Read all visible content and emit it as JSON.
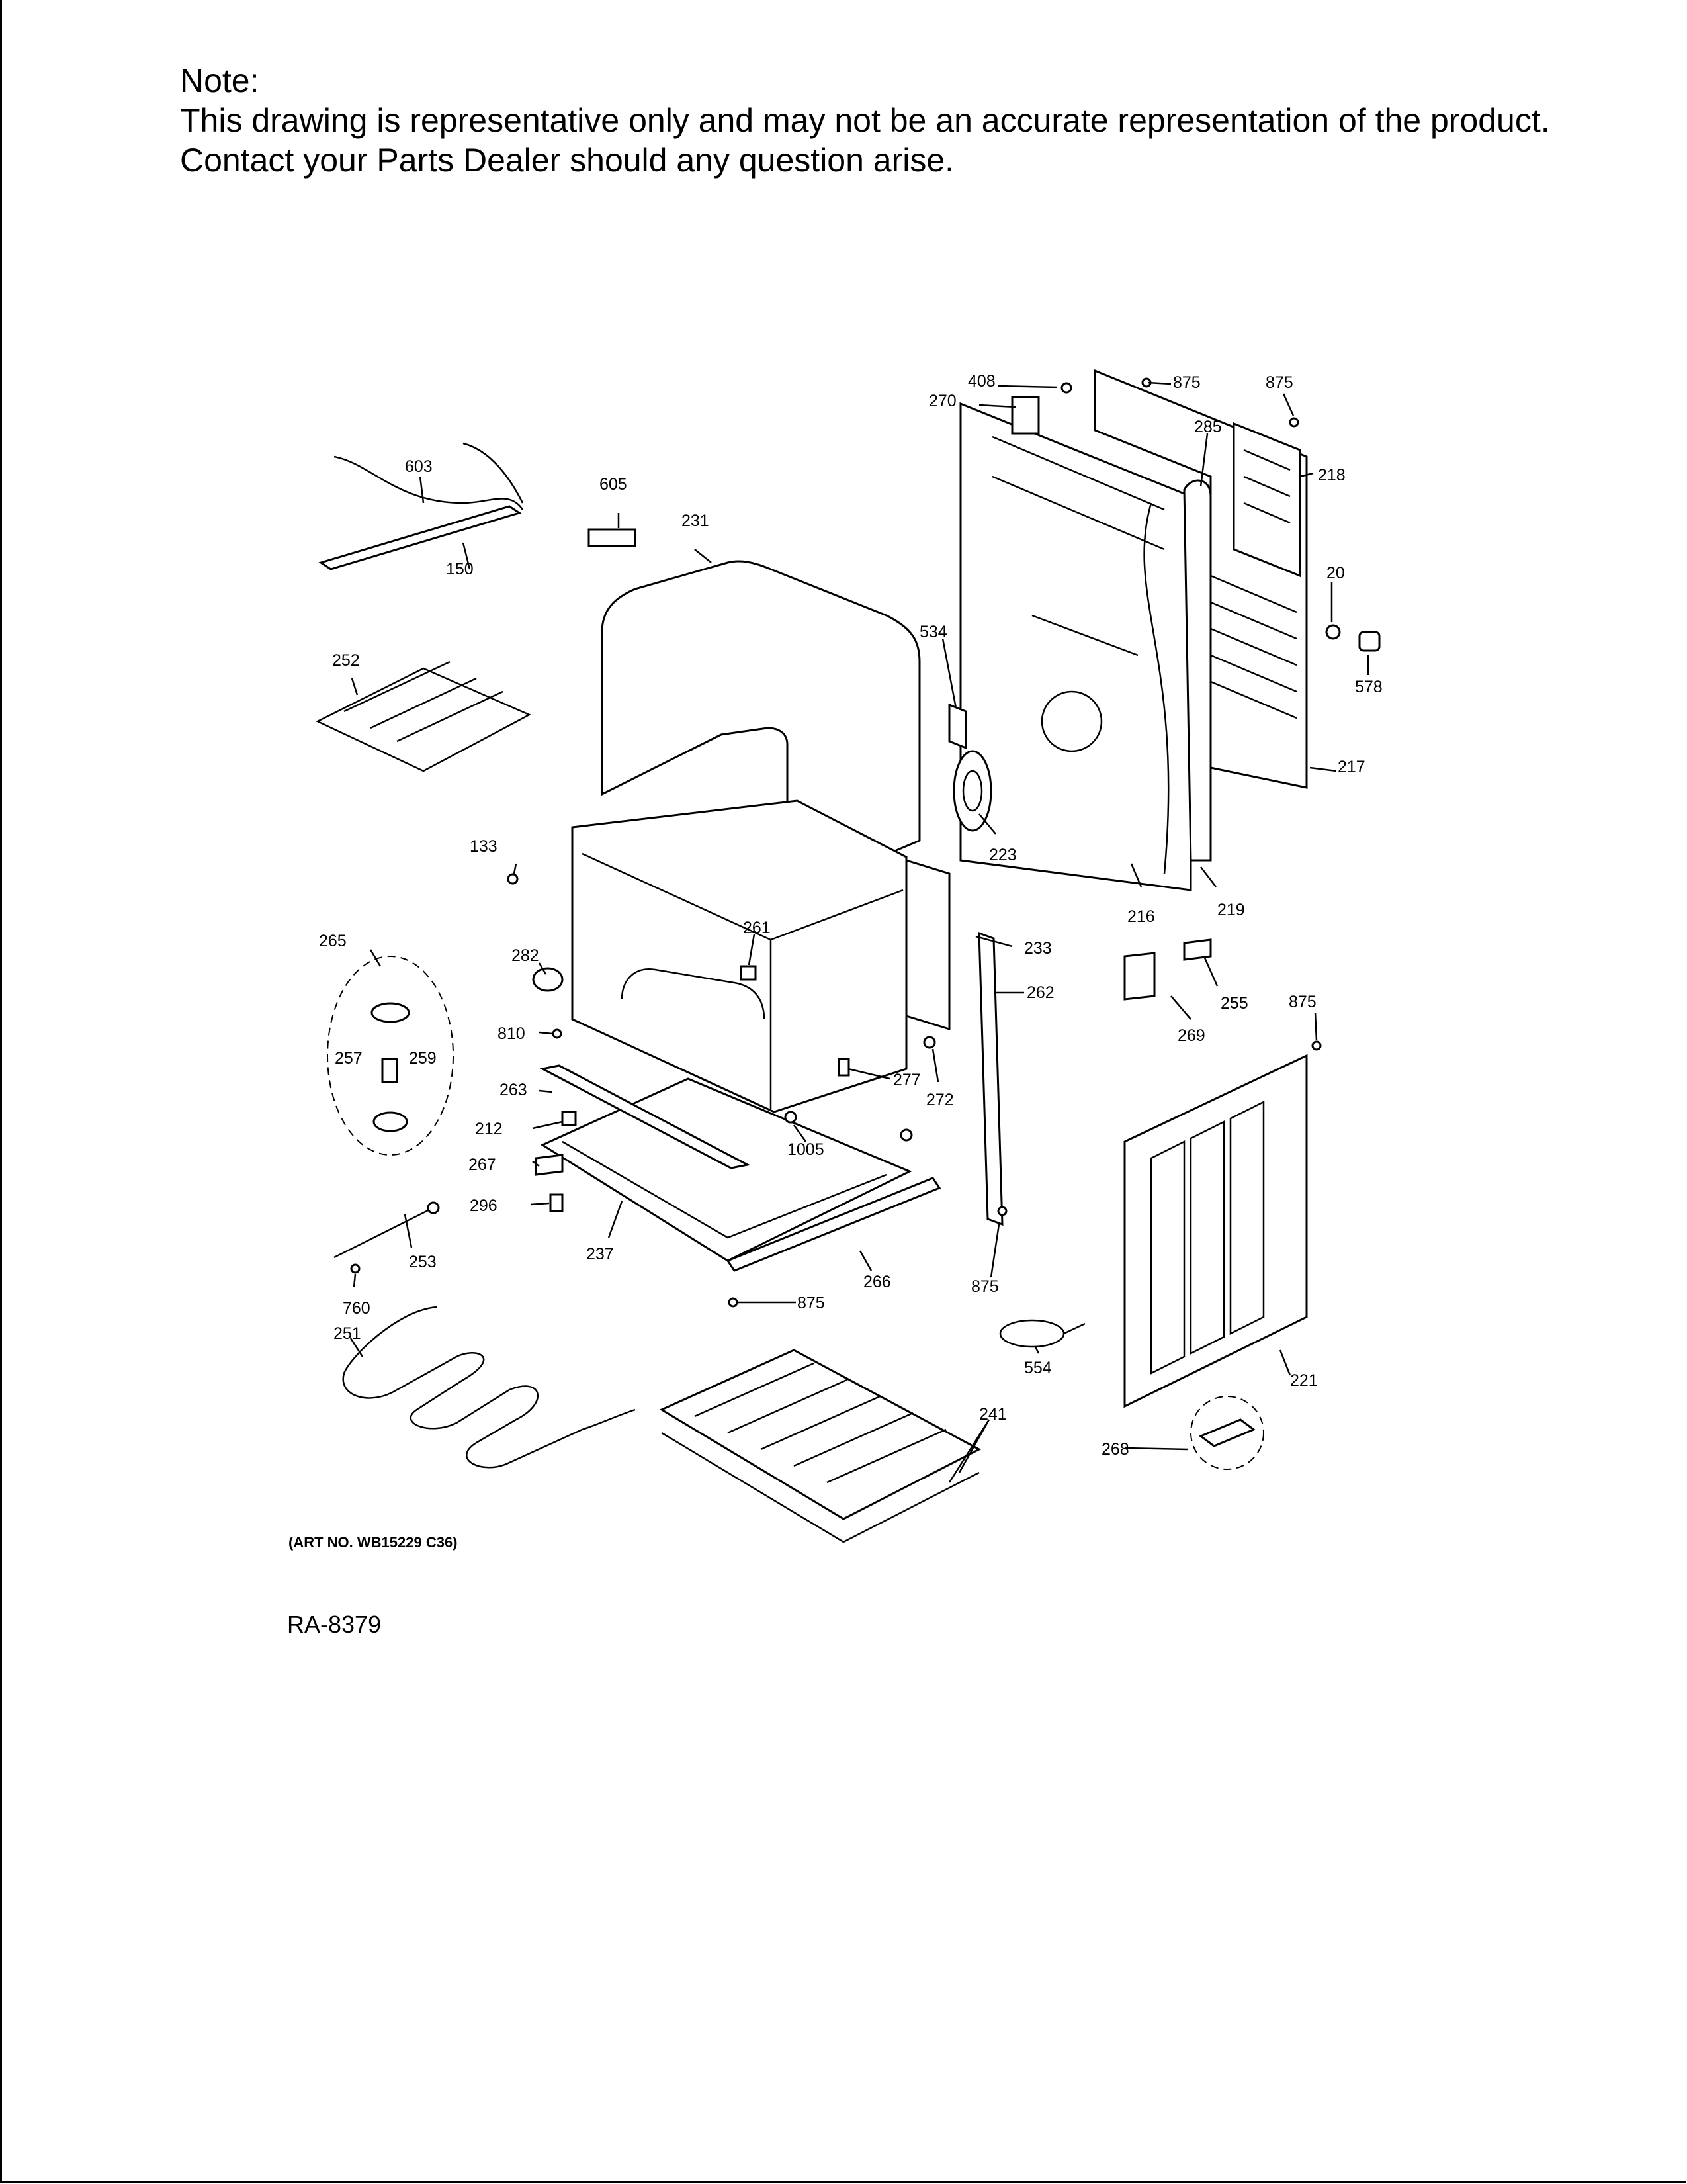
{
  "note": {
    "heading": "Note:",
    "line1": "This drawing is representative only and may not be an accurate representation of the product.",
    "line2": "Contact your Parts Dealer should any question arise."
  },
  "art_number": "(ART NO. WB15229 C36)",
  "drawing_id": "RA-8379",
  "callouts": [
    "408",
    "875",
    "875",
    "270",
    "285",
    "218",
    "20",
    "578",
    "217",
    "219",
    "216",
    "223",
    "534",
    "603",
    "605",
    "231",
    "150",
    "252",
    "133",
    "265",
    "282",
    "261",
    "233",
    "262",
    "255",
    "875",
    "269",
    "810",
    "257",
    "259",
    "263",
    "277",
    "272",
    "212",
    "1005",
    "267",
    "296",
    "237",
    "266",
    "253",
    "760",
    "875",
    "875",
    "251",
    "554",
    "241",
    "221",
    "268"
  ]
}
